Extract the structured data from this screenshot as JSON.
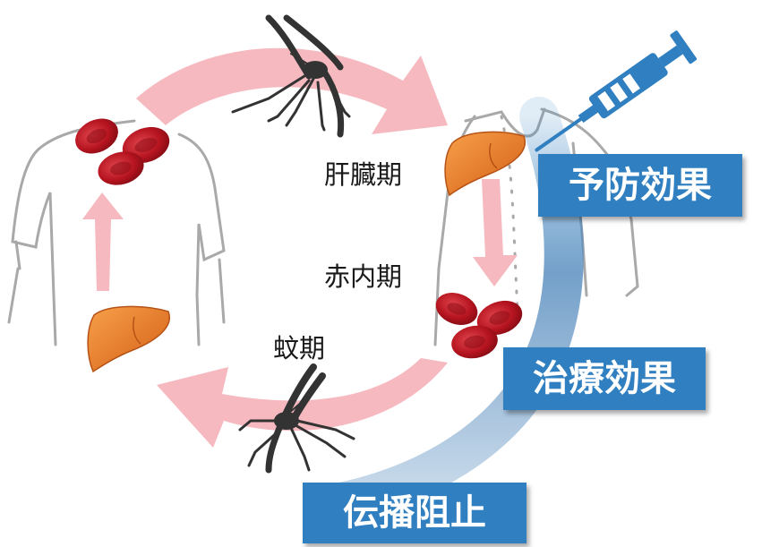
{
  "stages": {
    "liver": "肝臓期",
    "blood": "赤内期",
    "mosquito": "蚊期"
  },
  "effects": {
    "prevention": "予防効果",
    "treatment": "治療効果",
    "transmission_blocking": "伝播阻止"
  },
  "colors": {
    "cycle_arrow": "#f6b9bf",
    "effect_box": "#2f7fc1",
    "effect_band": "#6f9fc9",
    "liver": "#e8772a",
    "red_blood_cell": "#b5141f",
    "mosquito": "#333333",
    "syringe": "#2f7fc1"
  },
  "icons": [
    "mosquito-icon",
    "syringe-icon",
    "liver-icon",
    "red-blood-cell-icon",
    "human-body-outline"
  ]
}
